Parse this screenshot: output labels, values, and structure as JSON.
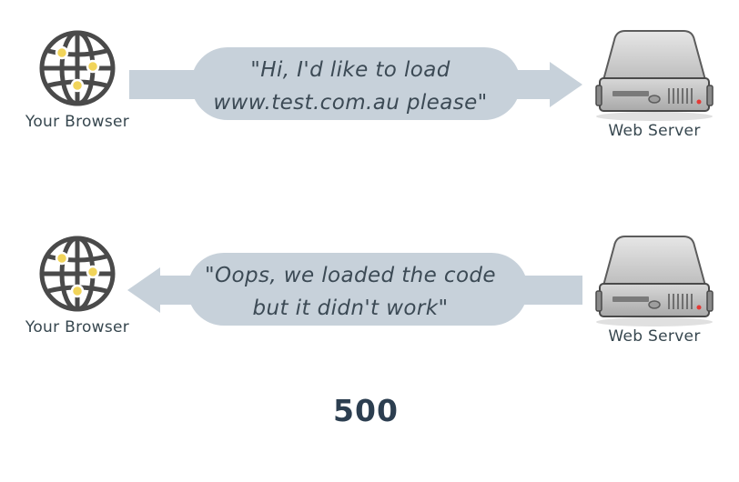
{
  "colors": {
    "bubble": "#c7d1da",
    "text": "#37474f",
    "globe_stroke": "#4a4a4a",
    "globe_node": "#f1d45a",
    "server_body": "#cfcfcf",
    "server_led": "#e53935"
  },
  "icons": {
    "browser": "globe-icon",
    "server": "server-icon"
  },
  "request": {
    "browser_label": "Your Browser",
    "server_label": "Web Server",
    "message": "\"Hi, I'd like to load www.test.com.au please\"",
    "direction": "browser-to-server"
  },
  "response": {
    "browser_label": "Your Browser",
    "server_label": "Web Server",
    "message": "\"Oops, we loaded the code but it didn't work\"",
    "direction": "server-to-browser"
  },
  "status_code": "500"
}
